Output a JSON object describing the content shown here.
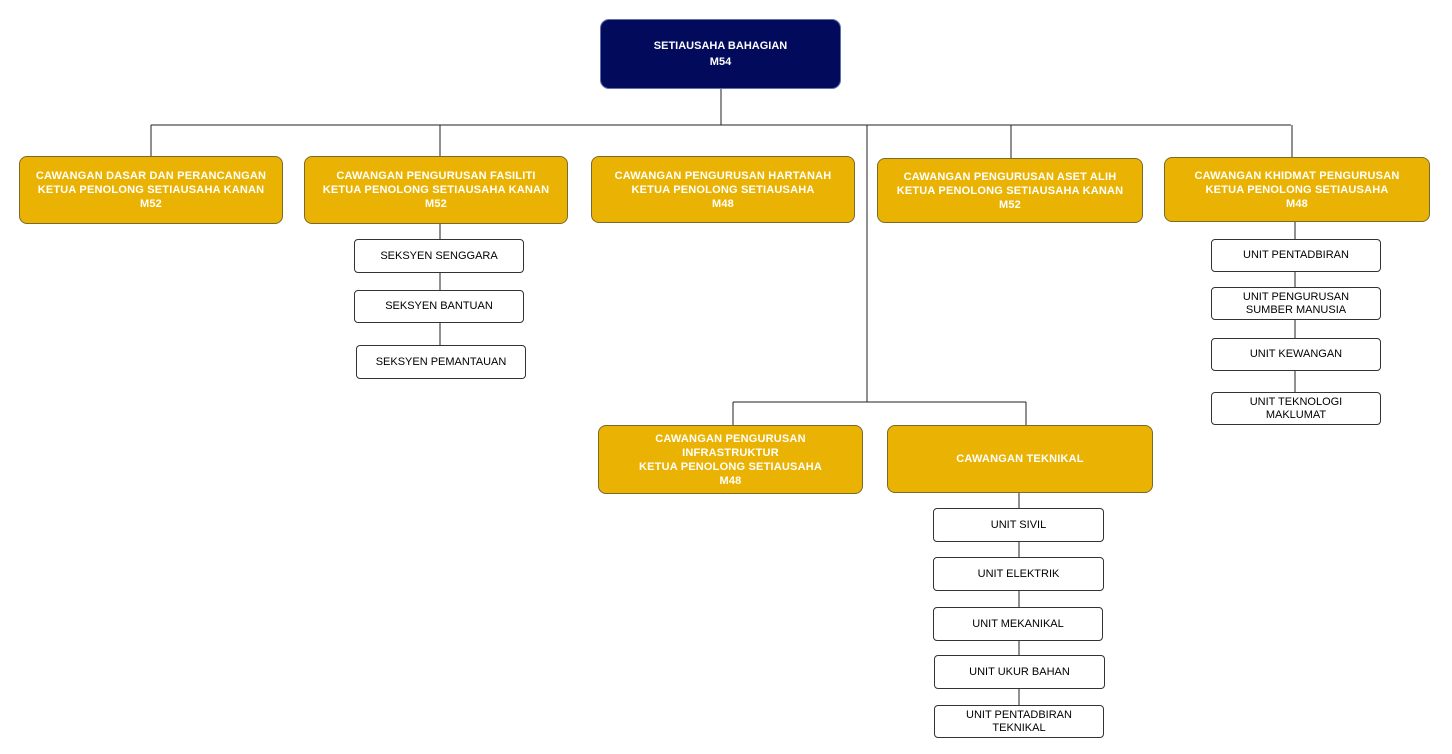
{
  "root": {
    "lines": [
      "SETIAUSAHA BAHAGIAN",
      "M54"
    ]
  },
  "branches": [
    {
      "lines": [
        "CAWANGAN DASAR DAN PERANCANGAN",
        "KETUA PENOLONG SETIAUSAHA KANAN",
        "M52"
      ]
    },
    {
      "lines": [
        "CAWANGAN PENGURUSAN FASILITI",
        "KETUA PENOLONG SETIAUSAHA KANAN",
        "M52"
      ]
    },
    {
      "lines": [
        "CAWANGAN PENGURUSAN HARTANAH",
        "KETUA PENOLONG SETIAUSAHA",
        "M48"
      ]
    },
    {
      "lines": [
        "CAWANGAN PENGURUSAN ASET ALIH",
        "KETUA PENOLONG SETIAUSAHA KANAN",
        "M52"
      ]
    },
    {
      "lines": [
        "CAWANGAN KHIDMAT PENGURUSAN",
        "KETUA PENOLONG SETIAUSAHA",
        "M48"
      ]
    },
    {
      "lines": [
        "CAWANGAN PENGURUSAN",
        "INFRASTRUKTUR",
        "KETUA PENOLONG SETIAUSAHA",
        "M48"
      ]
    },
    {
      "lines": [
        "CAWANGAN TEKNIKAL"
      ]
    }
  ],
  "units": {
    "fasiliti": [
      {
        "lines": [
          "SEKSYEN SENGGARA"
        ]
      },
      {
        "lines": [
          "SEKSYEN BANTUAN"
        ]
      },
      {
        "lines": [
          "SEKSYEN PEMANTAUAN"
        ]
      }
    ],
    "khidmat": [
      {
        "lines": [
          "UNIT PENTADBIRAN"
        ]
      },
      {
        "lines": [
          "UNIT PENGURUSAN",
          "SUMBER MANUSIA"
        ]
      },
      {
        "lines": [
          "UNIT KEWANGAN"
        ]
      },
      {
        "lines": [
          "UNIT TEKNOLOGI",
          "MAKLUMAT"
        ]
      }
    ],
    "teknikal": [
      {
        "lines": [
          "UNIT SIVIL"
        ]
      },
      {
        "lines": [
          "UNIT ELEKTRIK"
        ]
      },
      {
        "lines": [
          "UNIT MEKANIKAL"
        ]
      },
      {
        "lines": [
          "UNIT UKUR BAHAN"
        ]
      },
      {
        "lines": [
          "UNIT PENTADBIRAN",
          "TEKNIKAL"
        ]
      }
    ]
  },
  "colors": {
    "root": "#020a5c",
    "branch": "#eab303",
    "unit": "#ffffff"
  }
}
